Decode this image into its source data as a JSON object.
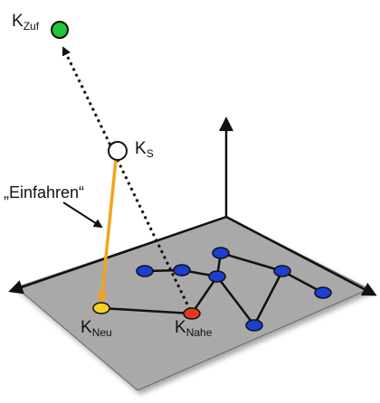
{
  "labels": {
    "k_zuf": {
      "main": "K",
      "sub": "Zuf"
    },
    "k_s": {
      "main": "K",
      "sub": "S"
    },
    "k_neu": {
      "main": "K",
      "sub": "Neu"
    },
    "k_nahe": {
      "main": "K",
      "sub": "Nahe"
    },
    "einfahren": "„Einfahren“"
  },
  "colors": {
    "plane": "#a9a9a9",
    "tree_node": "#1b3fd1",
    "k_zuf": "#22c43a",
    "k_s": "#ffffff",
    "k_neu": "#f3d21f",
    "k_nahe": "#e3381c",
    "extension": "#f5a21b",
    "lines": "#111111"
  }
}
